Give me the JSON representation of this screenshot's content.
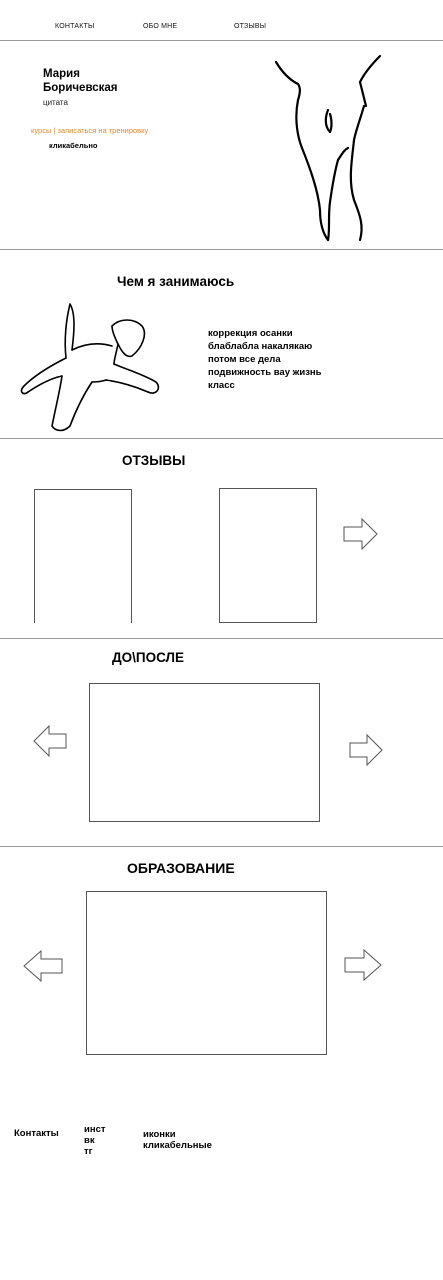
{
  "nav": {
    "contacts": "КОНТАКТЫ",
    "about": "ОБО МНЕ",
    "reviews": "ОТЗЫВЫ"
  },
  "hero": {
    "name_line1": "Мария",
    "name_line2": "Боричевская",
    "quote": "цитата",
    "cta": "курсы | записаться на тренировку",
    "cta_color": "#e08a2e",
    "note": "кликабельно"
  },
  "activities": {
    "title": "Чем я занимаюсь",
    "lines": [
      "коррекция осанки",
      "блаблабла накалякаю",
      "потом все дела",
      "подвижность вау жизнь",
      "класс"
    ]
  },
  "reviews": {
    "title": "ОТЗЫВЫ"
  },
  "before_after": {
    "title": "ДО\\ПОСЛЕ"
  },
  "education": {
    "title": "ОБРАЗОВАНИЕ"
  },
  "footer": {
    "contacts_label": "Контакты",
    "social": [
      "инст",
      "вк",
      "тг"
    ],
    "note_line1": "иконки",
    "note_line2": "кликабельные"
  },
  "icons": {
    "arrow_right": "arrow-right-icon",
    "arrow_left": "arrow-left-icon"
  }
}
